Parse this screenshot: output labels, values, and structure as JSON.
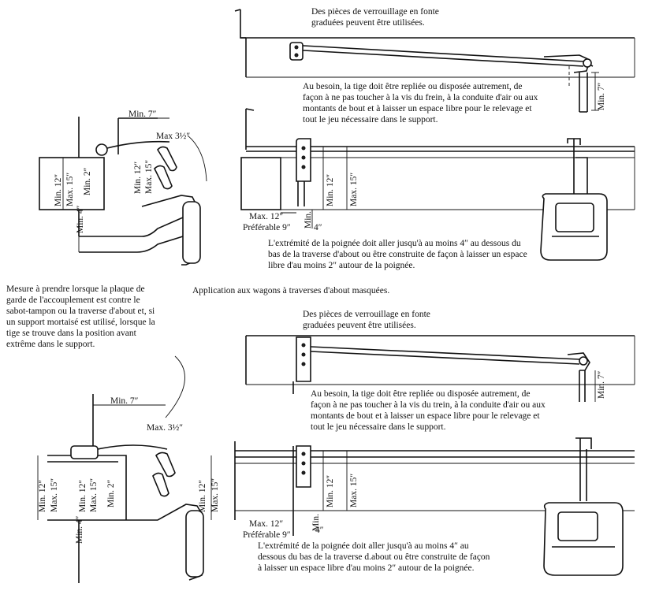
{
  "notes": {
    "top_casting": "Des pièces de verrouillage en fonte graduées peuvent être utilisées.",
    "top_reroute": "Au besoin, la tige doit être repliée ou disposée autrement, de façon à ne pas toucher à la vis du frein, à la conduite d'air ou aux montants de bout et à laisser un espace libre pour le relevage et tout le jeu nécessaire dans le support.",
    "top_handle": "L'extrémité de la poignée doit aller jusqu'à au moins 4″ au dessous du bas de la traverse d'about ou être construite de façon à laisser un espace libre d'au moins 2″ autour de la poignée.",
    "left_measure": "Mesure à prendre lorsque la plaque de garde de l'accouplement est contre le sabot-tampon ou la traverse d'about et, si un support mortaisé est utilisé, lorsque la tige se trouve dans la position avant extrême dans le support.",
    "caption_masked": "Application aux wagons à traverses d'about masquées.",
    "bottom_casting": "Des pièces de verrouillage en fonte graduées peuvent être utilisées.",
    "bottom_reroute": "Au besoin, la tige doit être repliée ou disposée autrement, de façon à ne pas toucher à la vis du trein, à la conduite d'air ou aux montants de bout et à laisser un espace libre pour le relevage et tout le jeu nécessaire dans le support.",
    "bottom_handle": "L'extrémité de la poignée doit aller jusqu'à au moins 4″ au dessous du bas de la traverse d.about ou être construite de façon à laisser un espace libre d'au moins 2″ autour de la poignée."
  },
  "dimensions": {
    "min7": "Min. 7″",
    "max3half": "Max 3½″",
    "max3half_b": "Max. 3½″",
    "min12": "Min. 12″",
    "max15": "Max. 15″",
    "min2": "Min. 2″",
    "min4": "Min. 4″",
    "min4_short": "Min.",
    "four": "4″",
    "max12": "Max. 12″",
    "pref9": "Préférable 9″",
    "pref9_b": "Préférable 9″",
    "min7_vert": "Min. 7″"
  }
}
